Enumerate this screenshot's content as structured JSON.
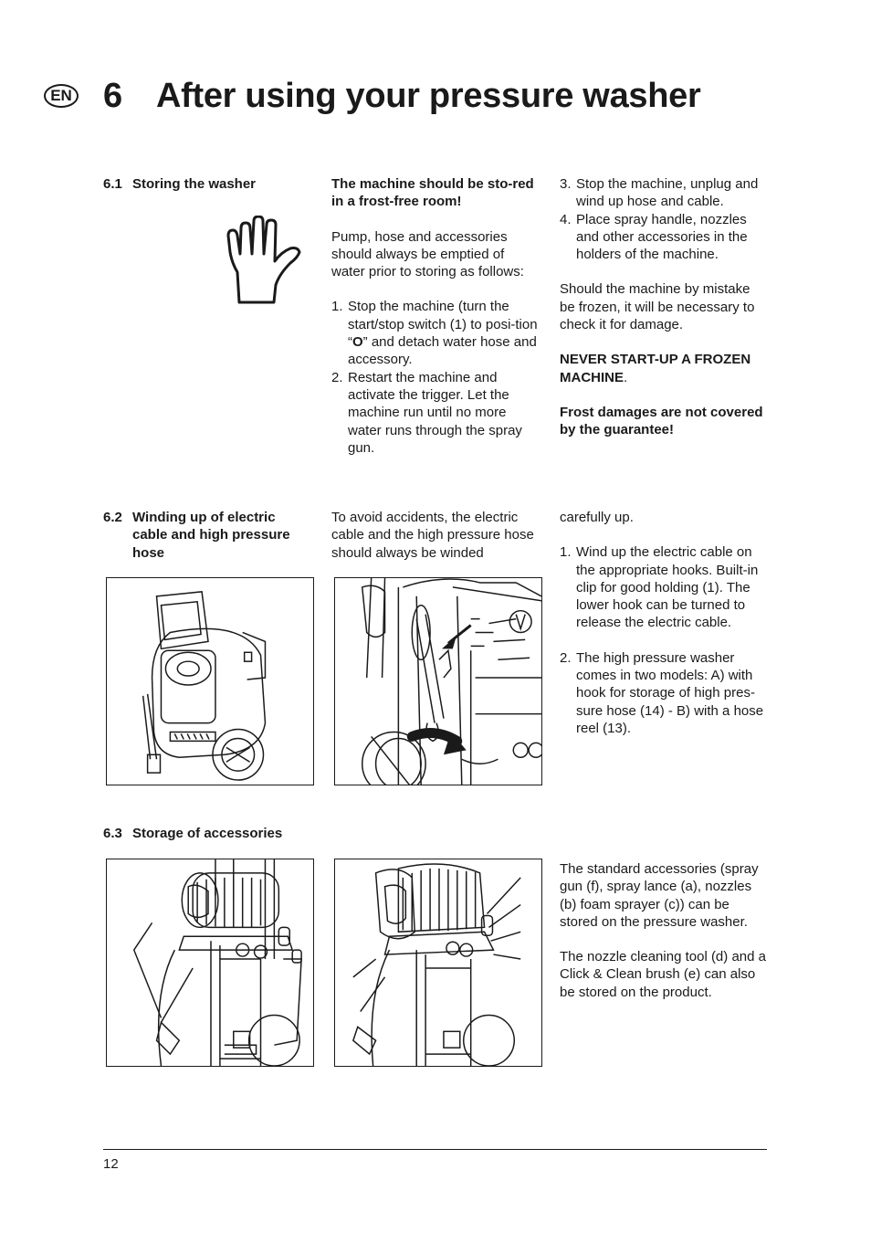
{
  "header": {
    "lang_badge": "EN",
    "chapter_number": "6",
    "chapter_title": "After using your pressure washer"
  },
  "s61": {
    "number": "6.1",
    "title": "Storing the washer",
    "warning_bold": "The machine should be sto-red in a frost-free room!",
    "intro": "Pump, hose and accessories should always be emptied of water prior to storing as follows:",
    "step1_num": "1.",
    "step1_a": "Stop the machine (turn the start/stop switch (1) to posi-tion “",
    "step1_sym": "O",
    "step1_b": "” and detach water hose and accessory.",
    "step2_num": "2.",
    "step2": "Restart the machine and activate the trigger. Let the machine run until no more water runs through the spray gun.",
    "step3_num": "3.",
    "step3": "Stop the machine, unplug and wind up hose and cable.",
    "step4_num": "4.",
    "step4": "Place spray handle, nozzles and other accessories in the holders of the machine.",
    "frozen_note": "Should the machine by mistake be frozen, it will be necessary to check it for damage.",
    "never_start": "NEVER START-UP A FROZEN MACHINE",
    "never_period": ".",
    "guarantee": "Frost damages are not covered by the guarantee!",
    "hand_icon": "stop-hand-icon"
  },
  "s62": {
    "number": "6.2",
    "title": "Winding up of electric cable and high pressure hose",
    "intro": "To avoid accidents, the electric cable and the high pressure hose should always be winded",
    "cont": "carefully up.",
    "step1_num": "1.",
    "step1": "Wind up the electric cable on the appropriate hooks. Built-in clip for good holding (1). The lower hook can be turned to release the electric cable.",
    "step2_num": "2.",
    "step2": "The high pressure washer comes in two models: A) with hook for storage of high pres-sure hose (14) - B) with a hose reel (13)."
  },
  "s63": {
    "number": "6.3",
    "title": "Storage of accessories",
    "p1": "The standard accessories (spray gun (f), spray lance (a), nozzles (b) foam sprayer (c)) can be stored on the pressure washer.",
    "p2": "The nozzle cleaning tool (d) and a Click & Clean brush (e) can also be stored on the product."
  },
  "footer": {
    "page_number": "12"
  }
}
